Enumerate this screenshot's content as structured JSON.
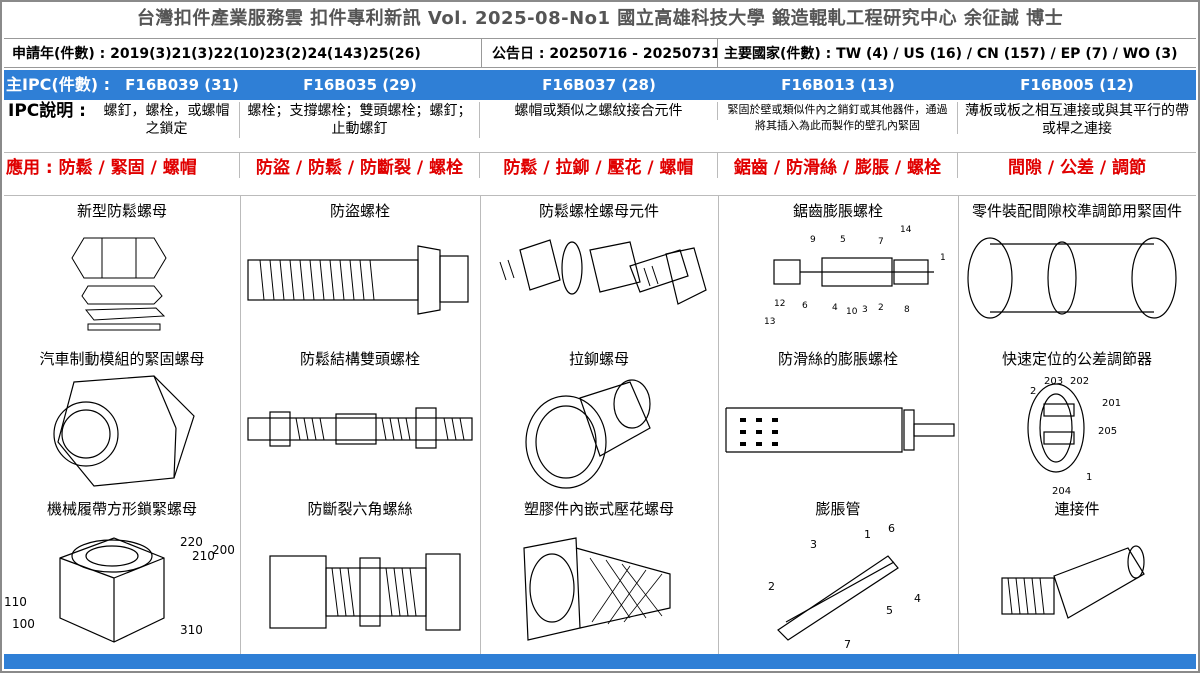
{
  "title": "台灣扣件產業服務雲  扣件專利新訊  Vol. 2025-08-No1  國立高雄科技大學  鍛造輥軋工程研究中心    余征誠 博士",
  "info": {
    "application_years": "申請年(件數) : 2019(3)21(3)22(10)23(2)24(143)25(26)",
    "announcement": "公告日 : 20250716 - 20250731",
    "countries": "主要國家(件數) : TW (4) / US (16) / CN (157) / EP (7) / WO (3)"
  },
  "ipc_header": "主IPC(件數) :",
  "ipc_desc_header": "IPC說明 :",
  "app_header": "應用 : 防鬆 / 緊固 / 螺帽",
  "columns": [
    {
      "ipc": "F16B039 (31)",
      "desc": "螺釘，螺栓，或螺帽之鎖定",
      "app": "防鬆 / 緊固 / 螺帽",
      "items": [
        "新型防鬆螺母",
        "汽車制動模組的緊固螺母",
        "機械履帶方形鎖緊螺母"
      ]
    },
    {
      "ipc": "F16B035 (29)",
      "desc": "螺栓；支撐螺栓；雙頭螺栓；螺釘；止動螺釘",
      "app": "防盜 / 防鬆 / 防斷裂 / 螺栓",
      "items": [
        "防盜螺栓",
        "防鬆結構雙頭螺栓",
        "防斷裂六角螺絲"
      ]
    },
    {
      "ipc": "F16B037 (28)",
      "desc": "螺帽或類似之螺紋接合元件",
      "app": "防鬆 / 拉鉚 / 壓花 / 螺帽",
      "items": [
        "防鬆螺栓螺母元件",
        "拉鉚螺母",
        "塑膠件內嵌式壓花螺母"
      ]
    },
    {
      "ipc": "F16B013 (13)",
      "desc": "緊固於壁或類似件內之銷釘或其他器件，通過將其插入為此而製作的壁孔內緊固",
      "app": "鋸齒 / 防滑絲 / 膨脹 / 螺栓",
      "items": [
        "鋸齒膨脹螺栓",
        "防滑絲的膨脹螺栓",
        "膨脹管"
      ]
    },
    {
      "ipc": "F16B005 (12)",
      "desc": "薄板或板之相互連接或與其平行的帶或桿之連接",
      "app": "間隙 / 公差 / 調節",
      "items": [
        "零件裝配間隙校準調節用緊固件",
        "快速定位的公差調節器",
        "連接件"
      ]
    }
  ],
  "callouts": {
    "c1_i3": [
      "220",
      "210",
      "200",
      "110",
      "100",
      "310"
    ],
    "c5_i2": [
      "203",
      "202",
      "2",
      "201",
      "205",
      "204",
      "1"
    ],
    "c4_i1": [
      "9",
      "5",
      "7",
      "14",
      "1",
      "12",
      "13",
      "6",
      "4",
      "10",
      "3",
      "2",
      "8"
    ],
    "c4_i3": [
      "1",
      "6",
      "3",
      "2",
      "5",
      "4",
      "7"
    ]
  },
  "colors": {
    "accent_blue": "#2f7fd6",
    "app_red": "#e00000",
    "title_gray": "#555555"
  }
}
